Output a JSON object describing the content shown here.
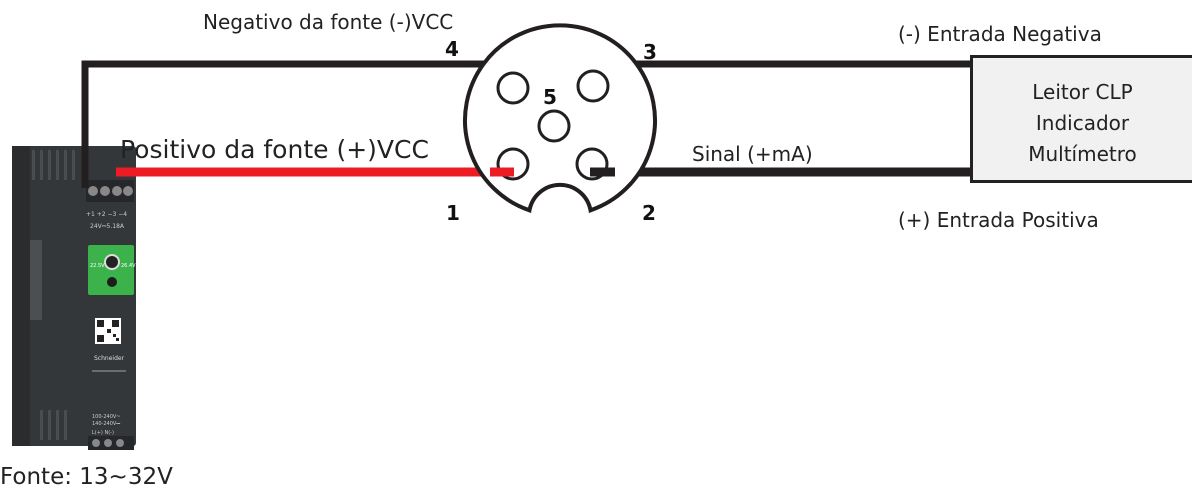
{
  "labels": {
    "negativo_fonte": "Negativo da fonte (-)VCC",
    "positivo_fonte": "Positivo da fonte (+)VCC",
    "entrada_negativa": "(-) Entrada Negativa",
    "entrada_positiva": "(+) Entrada Positiva",
    "sinal": "Sinal (+mA)",
    "fonte": "Fonte: 13~32V"
  },
  "connector": {
    "pins": [
      "1",
      "2",
      "3",
      "4",
      "5"
    ]
  },
  "device": {
    "lines": [
      "Leitor CLP",
      "Indicador",
      "Multímetro"
    ]
  },
  "power_supply": {
    "brand": "Schneider",
    "output_rating": "24V⎓5.18A",
    "voltage_labels": [
      "22.5V",
      "26.4V"
    ],
    "input_rating": [
      "100-240V~",
      "140-240V⎓"
    ],
    "terminals_bottom": "L(+) N(-)"
  },
  "colors": {
    "wire_negative": "#231f20",
    "wire_positive": "#ed1c24",
    "wire_signal": "#231f20",
    "psu_body": "#3a3d40",
    "psu_green": "#3cb34a",
    "device_fill": "#f1f1f1"
  }
}
